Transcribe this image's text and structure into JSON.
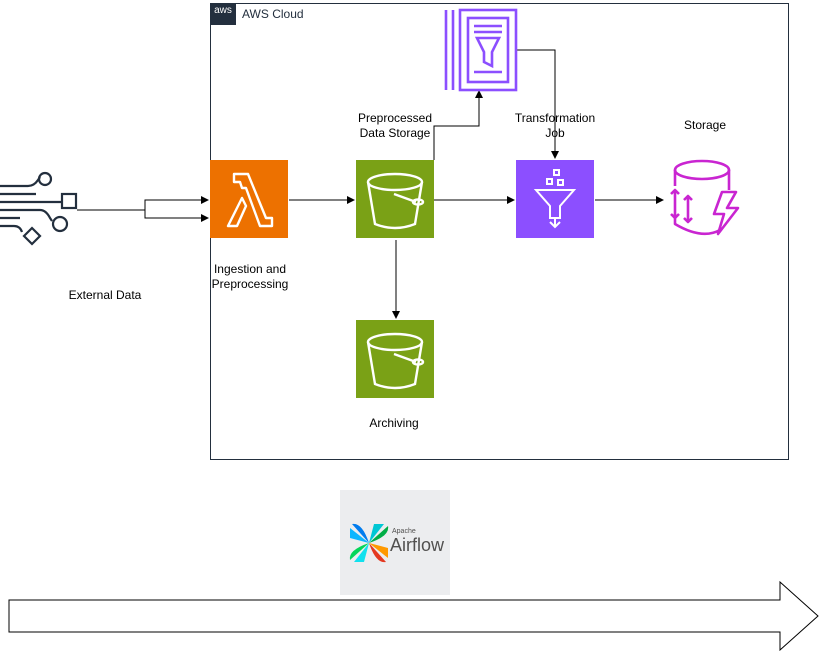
{
  "aws_cloud": {
    "badge": "aws",
    "title": "AWS Cloud"
  },
  "nodes": {
    "external_data": {
      "label": "External Data"
    },
    "ingestion": {
      "label_line1": "Ingestion and",
      "label_line2": "Preprocessing"
    },
    "preprocessed_storage": {
      "label_line1": "Preprocessed",
      "label_line2": "Data Storage"
    },
    "transformation": {
      "label_line1": "Transformation",
      "label_line2": "Job"
    },
    "storage": {
      "label": "Storage"
    },
    "archiving": {
      "label": "Archiving"
    }
  },
  "airflow": {
    "small": "Apache",
    "big": "Airflow"
  },
  "colors": {
    "lambda": "#ed7100",
    "s3": "#7aa116",
    "glue": "#8c4fff",
    "storage_icon": "#c925d1",
    "frame": "#232f3e"
  },
  "icons": {
    "external_data": "data-stream-icon",
    "ingestion": "lambda-icon",
    "preprocessed_storage": "s3-bucket-icon",
    "archiving": "s3-bucket-icon",
    "transformation": "glue-funnel-icon",
    "catalog": "glue-catalog-icon",
    "storage": "database-lightning-icon"
  }
}
